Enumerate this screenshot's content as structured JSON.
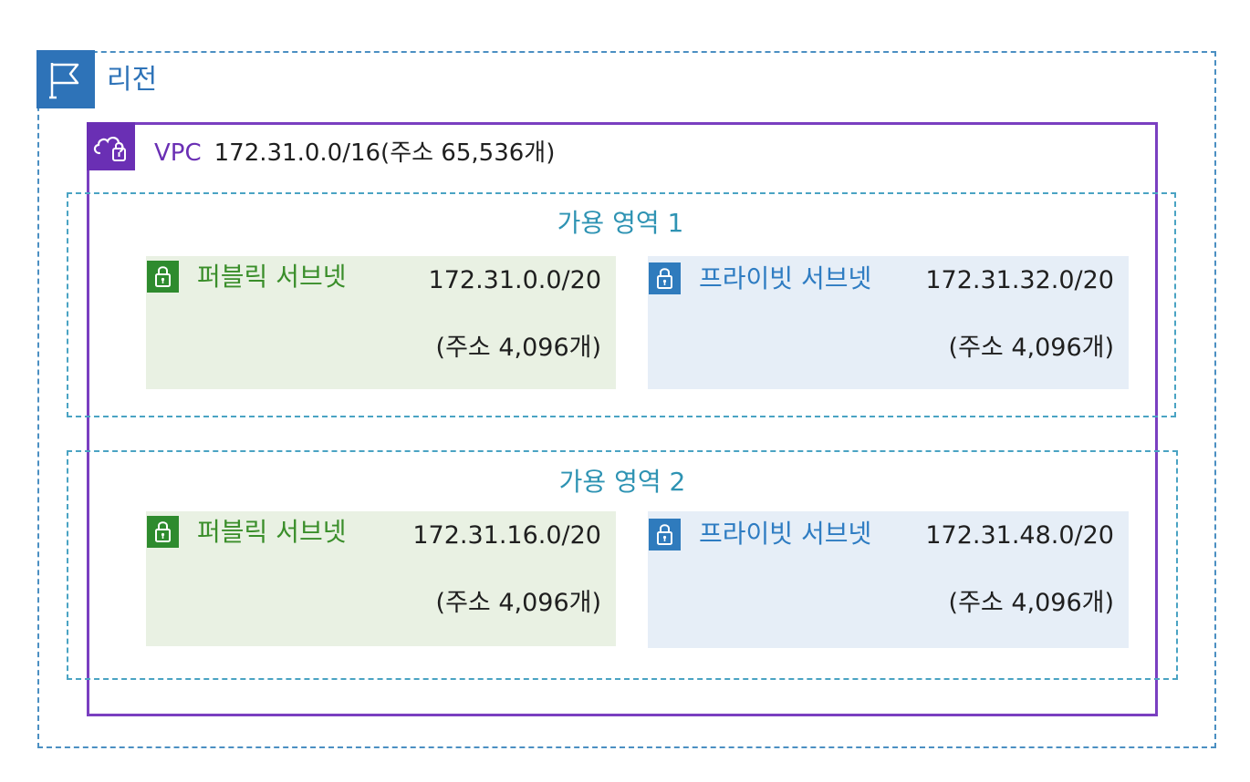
{
  "region": {
    "label": "리전"
  },
  "vpc": {
    "tag": "VPC",
    "cidr": "172.31.0.0/16(주소 65,536개)"
  },
  "zones": [
    {
      "label": "가용 영역 1",
      "public_subnet": {
        "name": "퍼블릭 서브넷",
        "cidr": "172.31.0.0/20",
        "count": "(주소 4,096개)"
      },
      "private_subnet": {
        "name": "프라이빗 서브넷",
        "cidr": "172.31.32.0/20",
        "count": "(주소 4,096개)"
      }
    },
    {
      "label": "가용 영역 2",
      "public_subnet": {
        "name": "퍼블릭 서브넷",
        "cidr": "172.31.16.0/20",
        "count": "(주소 4,096개)"
      },
      "private_subnet": {
        "name": "프라이빗 서브넷",
        "cidr": "172.31.48.0/20",
        "count": "(주소 4,096개)"
      }
    }
  ],
  "colors": {
    "region": "#2e73b8",
    "vpc": "#6a2fb4",
    "zone": "#2e93b3",
    "public": "#3a8e2a",
    "private": "#2e7cc2"
  },
  "icons": {
    "region": "flag-icon",
    "vpc": "cloud-lock-icon",
    "subnet": "lock-icon"
  }
}
